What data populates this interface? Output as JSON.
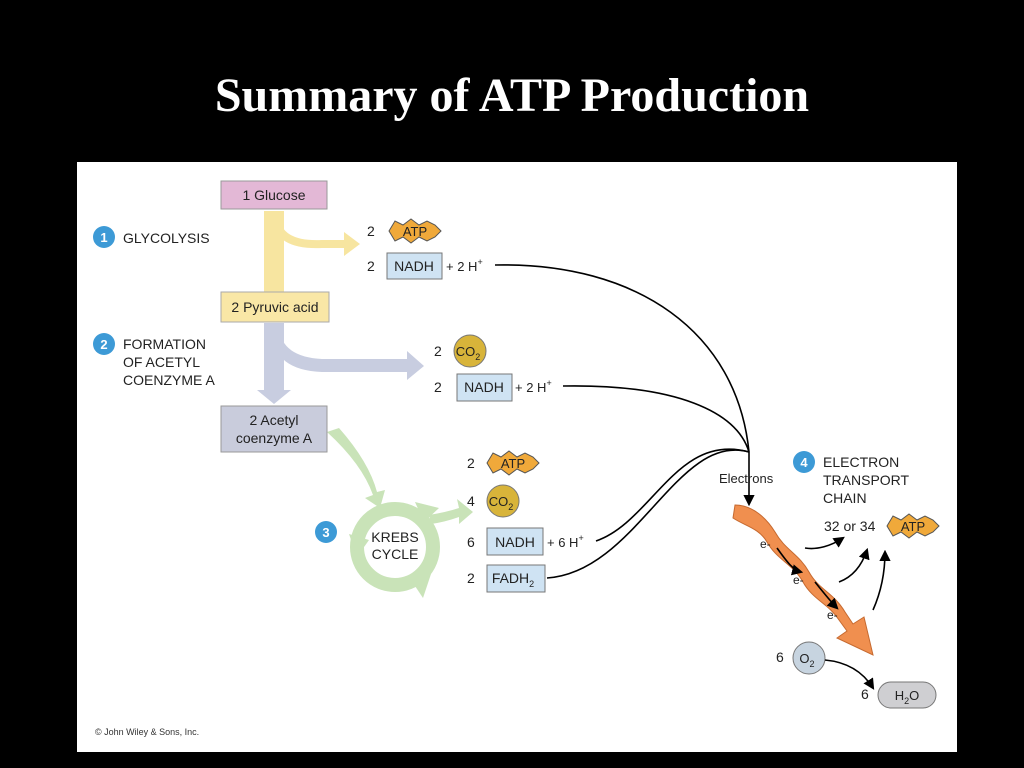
{
  "title": "Summary of ATP Production",
  "colors": {
    "glucose_box": "#e3b8d6",
    "pyruvic_box": "#f9e7a6",
    "glycolysis_arrow": "#f7e5a0",
    "acetyl_arrow": "#c8cde0",
    "acetyl_box": "#c9ccdc",
    "krebs_arrow": "#c9e3b8",
    "nadh_box": "#cfe3f3",
    "atp_burst": "#f0a93a",
    "co2_circle": "#d8b43a",
    "o2_circle": "#c7d4e0",
    "h2o_pill": "#cfcfd2",
    "etc_arrow": "#f08f4f",
    "step_badge": "#3d9ad6"
  },
  "nodes": {
    "glucose": "1 Glucose",
    "pyruvic": "2 Pyruvic acid",
    "acetyl_line1": "2 Acetyl",
    "acetyl_line2": "coenzyme A",
    "krebs_line1": "KREBS",
    "krebs_line2": "CYCLE"
  },
  "steps": [
    {
      "number": "1",
      "lines": [
        "GLYCOLYSIS"
      ]
    },
    {
      "number": "2",
      "lines": [
        "FORMATION",
        "OF ACETYL",
        "COENZYME A"
      ]
    },
    {
      "number": "3",
      "lines": []
    },
    {
      "number": "4",
      "lines": [
        "ELECTRON",
        "TRANSPORT",
        "CHAIN"
      ]
    }
  ],
  "glycolysis_products": [
    {
      "count": "2",
      "label": "ATP"
    },
    {
      "count": "2",
      "label": "NADH",
      "extra": "+ 2 H",
      "sup": "+"
    }
  ],
  "acetyl_products": [
    {
      "count": "2",
      "label": "CO",
      "sub": "2"
    },
    {
      "count": "2",
      "label": "NADH",
      "extra": "+ 2 H",
      "sup": "+"
    }
  ],
  "krebs_products": [
    {
      "count": "2",
      "label": "ATP"
    },
    {
      "count": "4",
      "label": "CO",
      "sub": "2"
    },
    {
      "count": "6",
      "label": "NADH",
      "extra": "+ 6 H",
      "sup": "+"
    },
    {
      "count": "2",
      "label": "FADH",
      "sub": "2"
    }
  ],
  "etc": {
    "electrons_label": "Electrons",
    "electron_symbol": "e-",
    "atp_count": "32 or 34",
    "atp_label": "ATP",
    "o2_count": "6",
    "o2_label": "O",
    "o2_sub": "2",
    "h2o_count": "6",
    "h2o_label_h": "H",
    "h2o_sub": "2",
    "h2o_label_o": "O"
  },
  "credit": "© John Wiley & Sons, Inc."
}
